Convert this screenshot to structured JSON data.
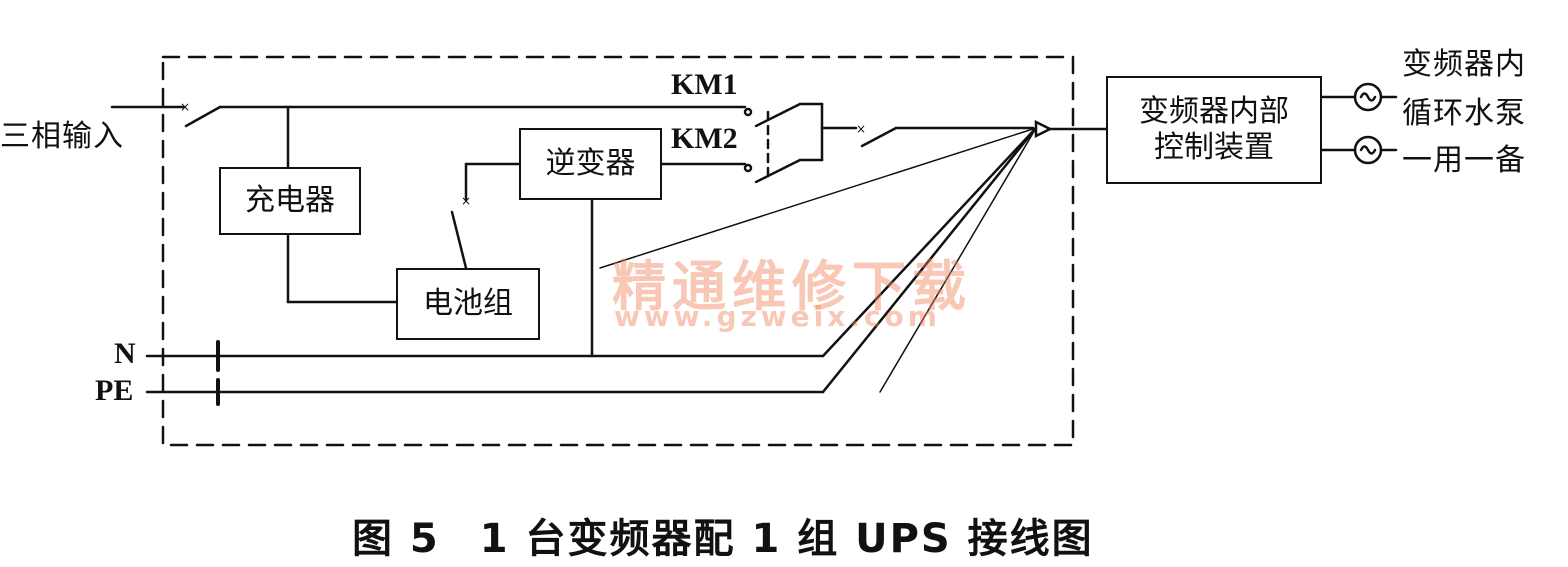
{
  "diagram": {
    "input_label": "三相输入",
    "km1_label": "KM1",
    "km2_label": "KM2",
    "charger_label": "充电器",
    "inverter_label": "逆变器",
    "battery_label": "电池组",
    "n_label": "N",
    "pe_label": "PE",
    "control_label_line1": "变频器内部",
    "control_label_line2": "控制装置",
    "pump_label_line1": "变频器内",
    "pump_label_line2": "循环水泵",
    "pump_label_line3": "一用一备"
  },
  "watermark": {
    "title": "精通维修下载",
    "url": "www.gzweix.com"
  },
  "caption": {
    "figure_number": "图 5",
    "title": "1 台变频器配 1 组 UPS 接线图"
  },
  "colors": {
    "line": "#111111",
    "watermark": "#f0825a"
  }
}
